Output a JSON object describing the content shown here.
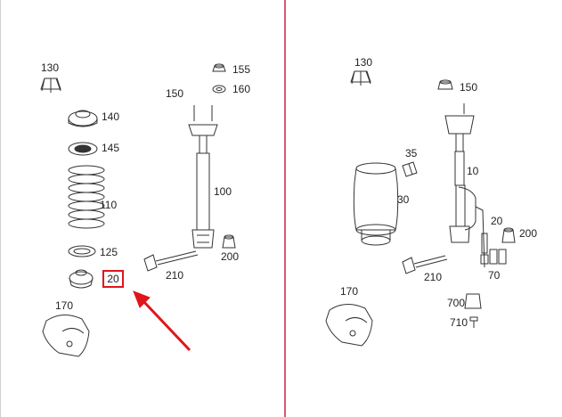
{
  "colors": {
    "divider": "#d35a6e",
    "highlight": "#e0151b",
    "arrow": "#e0151b",
    "line": "#333333"
  },
  "left": {
    "labels": {
      "p130": "130",
      "p155": "155",
      "p150": "150",
      "p160": "160",
      "p140": "140",
      "p145": "145",
      "p100": "100",
      "p110": "110",
      "p125": "125",
      "p200": "200",
      "p210": "210",
      "p20": "20",
      "p170": "170"
    }
  },
  "right": {
    "labels": {
      "p130": "130",
      "p150": "150",
      "p35": "35",
      "p10": "10",
      "p30": "30",
      "p20": "20",
      "p200": "200",
      "p210": "210",
      "p70": "70",
      "p170": "170",
      "p700": "700",
      "p710": "710"
    }
  }
}
